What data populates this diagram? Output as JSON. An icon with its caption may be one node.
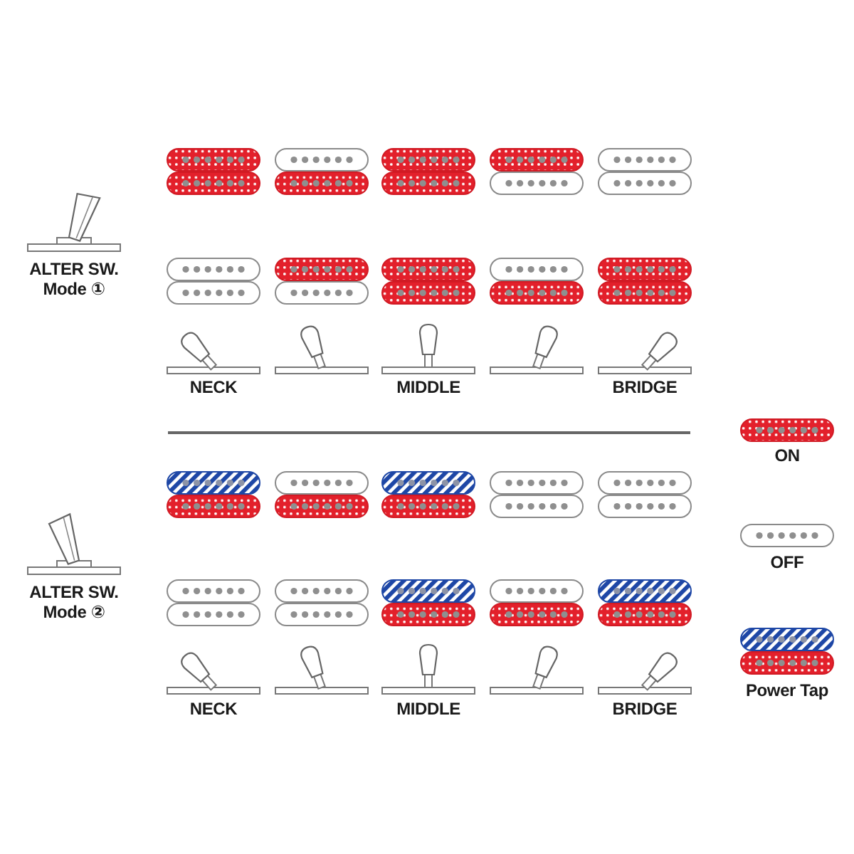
{
  "diagram": {
    "labels": [
      "ALTER SW. Mode ①",
      "NECK",
      "MIDDLE",
      "BRIDGE",
      "ALTER SW. Mode ②",
      "NECK",
      "MIDDLE",
      "BRIDGE"
    ],
    "legend": [
      {
        "text": "ON"
      },
      {
        "text": "OFF"
      },
      {
        "text": "Power Tap"
      }
    ]
  }
}
